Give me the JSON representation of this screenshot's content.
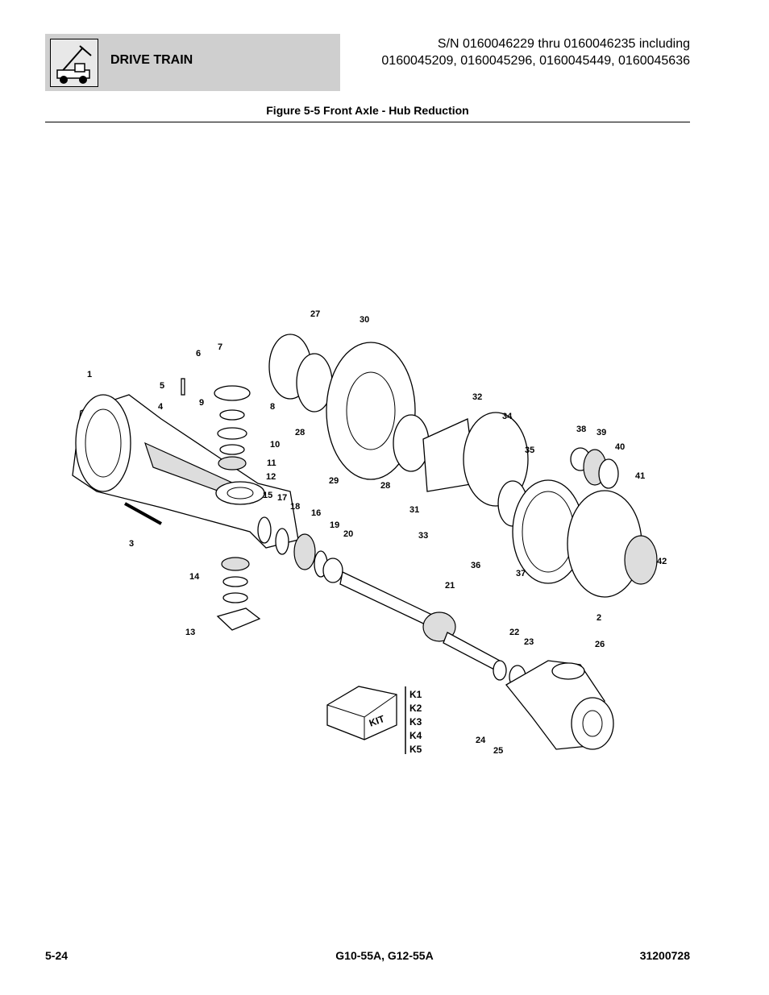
{
  "header": {
    "section_title": "DRIVE TRAIN",
    "serial_line_1": "S/N 0160046229 thru 0160046235 including",
    "serial_line_2": "0160045209, 0160045296, 0160045449, 0160045636",
    "logo_icon": "telehandler-icon"
  },
  "figure": {
    "title": "Figure 5-5 Front Axle - Hub Reduction",
    "callouts": [
      "1",
      "2",
      "3",
      "4",
      "5",
      "6",
      "7",
      "8",
      "9",
      "10",
      "11",
      "12",
      "13",
      "14",
      "15",
      "16",
      "17",
      "18",
      "19",
      "20",
      "21",
      "22",
      "23",
      "24",
      "25",
      "26",
      "27",
      "28",
      "29",
      "30",
      "31",
      "32",
      "33",
      "34",
      "35",
      "36",
      "37",
      "38",
      "39",
      "40",
      "41",
      "42"
    ],
    "kit_label": "KIT",
    "kit_items": [
      "K1",
      "K2",
      "K3",
      "K4",
      "K5"
    ]
  },
  "footer": {
    "page_number": "5-24",
    "model": "G10-55A, G12-55A",
    "doc_number": "31200728"
  }
}
